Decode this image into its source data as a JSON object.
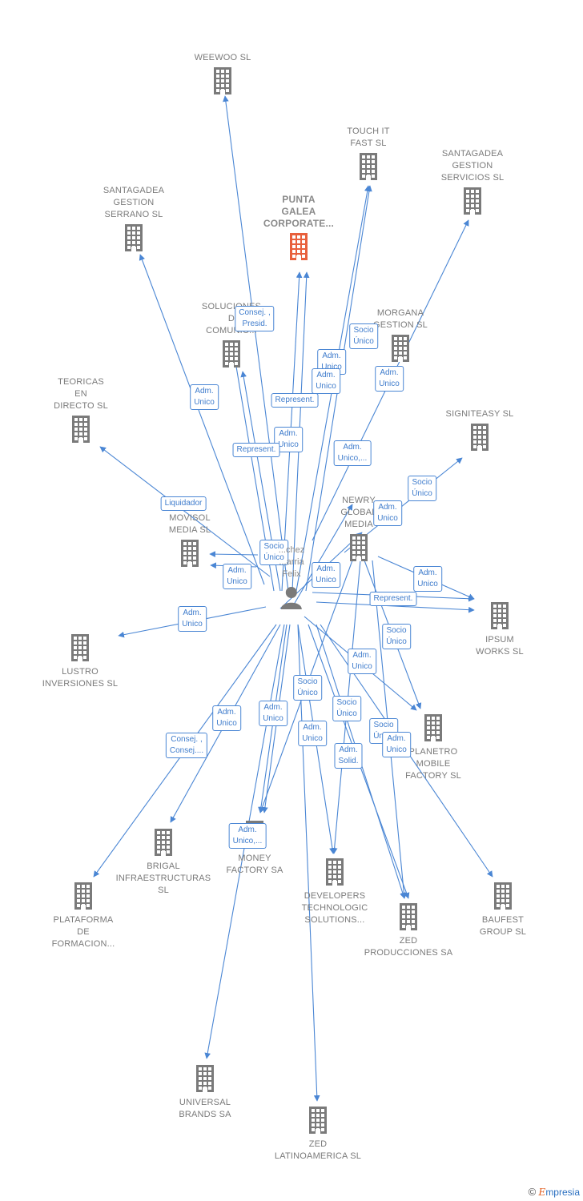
{
  "colors": {
    "edge": "#4a86d4",
    "building": "#7a7a7a",
    "building_main": "#e8603c"
  },
  "person": {
    "label": "...chez\n...arria\nFelix"
  },
  "nodes": [
    {
      "id": "weewoo",
      "label": "WEEWOO  SL",
      "main": false
    },
    {
      "id": "touchit",
      "label": "TOUCH IT\nFAST SL",
      "main": false
    },
    {
      "id": "santagadea_serv",
      "label": "SANTAGADEA\nGESTION\nSERVICIOS  SL",
      "main": false
    },
    {
      "id": "santagadea_serr",
      "label": "SANTAGADEA\nGESTION\nSERRANO  SL",
      "main": false
    },
    {
      "id": "punta",
      "label": "PUNTA\nGALEA\nCORPORATE...",
      "main": true
    },
    {
      "id": "soluciones",
      "label": "SOLUCIONES\nD\nCOMUNIC...",
      "main": false
    },
    {
      "id": "morgana",
      "label": "MORGANA\nGESTION  SL",
      "main": false
    },
    {
      "id": "teoricas",
      "label": "TEORICAS\nEN\nDIRECTO SL",
      "main": false
    },
    {
      "id": "signiteasy",
      "label": "SIGNITEASY SL",
      "main": false
    },
    {
      "id": "newry",
      "label": "NEWRY\nGLOBAL\nMEDIA",
      "main": false
    },
    {
      "id": "movisol",
      "label": "MOVISOL\nMEDIA SL",
      "main": false
    },
    {
      "id": "ipsum",
      "label": "IPSUM\nWORKS  SL",
      "main": false
    },
    {
      "id": "lustro",
      "label": "LUSTRO\nINVERSIONES SL",
      "main": false
    },
    {
      "id": "planetro",
      "label": "PLANETRO\nMOBILE\nFACTORY SL",
      "main": false
    },
    {
      "id": "brigal",
      "label": "BRIGAL\nINFRAESTRUCTURAS\nSL",
      "main": false
    },
    {
      "id": "money",
      "label": "MONEY\nFACTORY SA",
      "main": false
    },
    {
      "id": "developers",
      "label": "DEVELOPERS\nTECHNOLOGIC\nSOLUTIONS...",
      "main": false
    },
    {
      "id": "baufest",
      "label": "BAUFEST\nGROUP  SL",
      "main": false
    },
    {
      "id": "plataforma",
      "label": "PLATAFORMA\nDE\nFORMACION...",
      "main": false
    },
    {
      "id": "zedprod",
      "label": "ZED\nPRODUCCIONES SA",
      "main": false
    },
    {
      "id": "universal",
      "label": "UNIVERSAL\nBRANDS SA",
      "main": false
    },
    {
      "id": "zedlat",
      "label": "ZED\nLATINOAMERICA SL",
      "main": false
    }
  ],
  "edge_labels": [
    {
      "text": "Consej. ,\nPresid."
    },
    {
      "text": "Socio\nÚnico"
    },
    {
      "text": "Adm.\nUnico"
    },
    {
      "text": "Adm.\nUnico"
    },
    {
      "text": "Adm.\nUnico"
    },
    {
      "text": "Adm.\nUnico"
    },
    {
      "text": "Represent."
    },
    {
      "text": "Adm.\nUnico"
    },
    {
      "text": "Represent."
    },
    {
      "text": "Adm.\nUnico,..."
    },
    {
      "text": "Socio\nÚnico"
    },
    {
      "text": "Liquidador"
    },
    {
      "text": "Adm.\nUnico"
    },
    {
      "text": "Socio\nÚnico"
    },
    {
      "text": "Adm.\nUnico"
    },
    {
      "text": "Adm.\nUnico"
    },
    {
      "text": "Adm.\nUnico"
    },
    {
      "text": "Represent."
    },
    {
      "text": "Adm.\nUnico"
    },
    {
      "text": "Socio\nÚnico"
    },
    {
      "text": "Adm.\nUnico"
    },
    {
      "text": "Socio\nÚnico"
    },
    {
      "text": "Adm.\nUnico"
    },
    {
      "text": "Socio\nÚnico"
    },
    {
      "text": "Consej. ,\nConsej...."
    },
    {
      "text": "Adm.\nUnico"
    },
    {
      "text": "Socio\nÚnico"
    },
    {
      "text": "Adm.\nUnico"
    },
    {
      "text": "Adm.\nUnico"
    },
    {
      "text": "Adm.\nSolid."
    },
    {
      "text": "Adm.\nUnico,..."
    }
  ],
  "footer": {
    "copyright": "©",
    "brand_e": "E",
    "brand_rest": "mpresia"
  }
}
